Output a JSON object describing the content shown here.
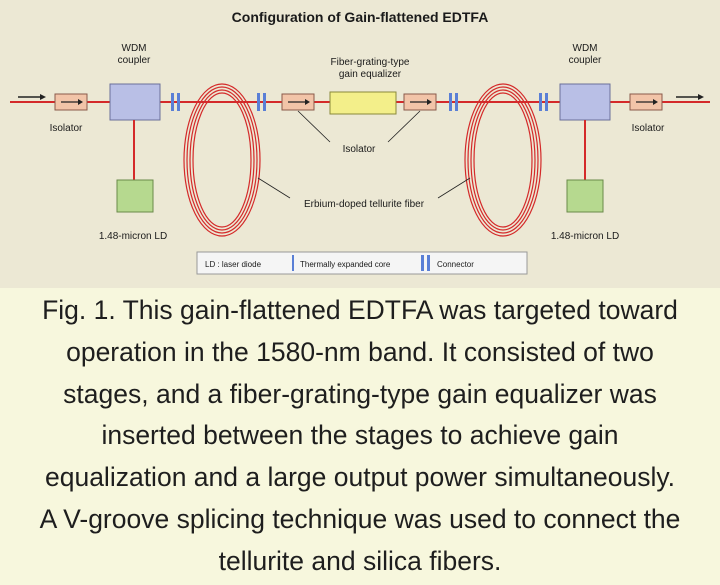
{
  "diagram": {
    "title": "Configuration of Gain-flattened EDTFA",
    "labels": {
      "wdm_left_line1": "WDM",
      "wdm_left_line2": "coupler",
      "wdm_right_line1": "WDM",
      "wdm_right_line2": "coupler",
      "equalizer_line1": "Fiber-grating-type",
      "equalizer_line2": "gain equalizer",
      "isolator_left": "Isolator",
      "isolator_center": "Isolator",
      "isolator_right": "Isolator",
      "fiber": "Erbium-doped tellurite fiber",
      "ld_left": "1.48-micron LD",
      "ld_right": "1.48-micron LD"
    },
    "legend": {
      "ld": "LD : laser diode",
      "splice": "Thermally expanded core",
      "connector": "Connector"
    },
    "colors": {
      "fiber_line": "#d42a2a",
      "wdm_box": "#b9bfe6",
      "isolator_box": "#f2c4a8",
      "equalizer_box": "#f3ef8a",
      "ld_box": "#b6d98f",
      "connector": "#5a7fd6"
    }
  },
  "caption": {
    "lines": [
      "Fig. 1. This gain-flattened EDTFA was targeted toward",
      "operation in the 1580-nm band. It consisted of two",
      "stages, and a fiber-grating-type gain equalizer was",
      "inserted between the stages to achieve gain",
      "equalization and a large output power simultaneously.",
      "A V-groove splicing technique was used to connect the",
      "tellurite and silica fibers."
    ]
  }
}
